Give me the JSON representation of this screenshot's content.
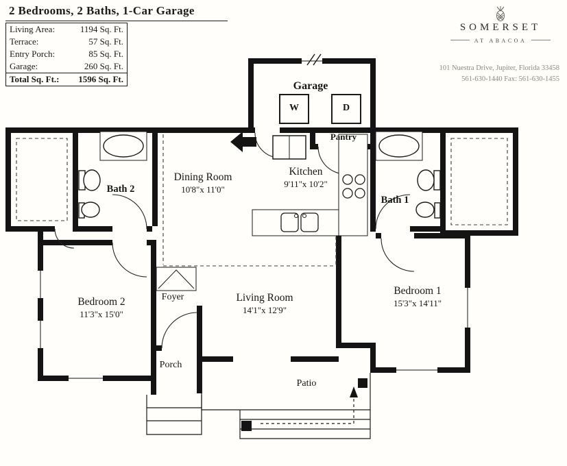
{
  "header": {
    "title": "2 Bedrooms, 2 Baths, 1-Car Garage",
    "areas": [
      {
        "label": "Living Area:",
        "value": "1194 Sq. Ft."
      },
      {
        "label": "Terrace:",
        "value": "57 Sq. Ft."
      },
      {
        "label": "Entry Porch:",
        "value": "85 Sq. Ft."
      },
      {
        "label": "Garage:",
        "value": "260 Sq. Ft."
      },
      {
        "label": "Total Sq. Ft.:",
        "value": "1596 Sq. Ft."
      }
    ]
  },
  "brand": {
    "name": "SOMERSET",
    "tagline": "AT ABACOA",
    "address_line1": "101 Nuestra Drive, Jupiter, Florida 33458",
    "address_line2": "561-630-1440   Fax: 561-630-1455"
  },
  "plan": {
    "garage": "Garage",
    "washer": "W",
    "dryer": "D",
    "pantry": "Pantry",
    "kitchen": "Kitchen",
    "kitchen_dims": "9'11\"x 10'2\"",
    "dining": "Dining Room",
    "dining_dims": "10'8\"x 11'0\"",
    "bath2": "Bath 2",
    "bath1": "Bath 1",
    "bedroom2": "Bedroom 2",
    "bedroom2_dims": "11'3\"x 15'0\"",
    "bedroom1": "Bedroom 1",
    "bedroom1_dims": "15'3\"x 14'11\"",
    "foyer": "Foyer",
    "living": "Living Room",
    "living_dims": "14'1\"x 12'9\"",
    "porch": "Porch",
    "patio": "Patio"
  },
  "colors": {
    "ink": "#141414",
    "paper": "#fffefb",
    "muted": "#8f897c"
  }
}
